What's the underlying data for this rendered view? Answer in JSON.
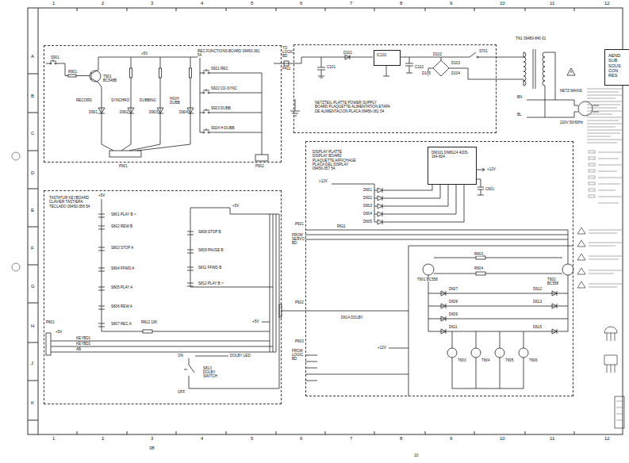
{
  "diagram": {
    "nodes": [
      {
        "text": [
          "REC.FUNCTIONS BOARD 09450-361 54"
        ]
      },
      {
        "text": [
          "NETZTEIL-PLATTE POWER SUPPLY BOARD PLAQUETTE ALIMENTATION ETAPA DE ALIMENTACION PLACA 09456-361 54"
        ]
      },
      {
        "text": [
          "IC101"
        ],
        "in": 1
      },
      {
        "text": [
          "AEND SUB SOUS CON RES"
        ]
      },
      {
        "text": [
          "TASTATUR KEYBOARD CLAVIER TASTIERA TECLADO 09450-356 54"
        ]
      },
      {
        "text": [
          "DISPLAY-PLATTE DISPLAY BOARD PLAQUETTE AFFICHAGE PLACA DEL DISPLAY 09450-357 54"
        ]
      },
      {
        "text": [
          "DM101 DM8124 4205-164-824"
        ],
        "in": 5
      }
    ],
    "edges": [
      {
        "from": 4,
        "to": 5,
        "arrow": "none"
      }
    ],
    "labels": [
      "1",
      "2",
      "3",
      "4",
      "5",
      "6",
      "7",
      "8",
      "9",
      "10",
      "11",
      "12",
      "1",
      "2",
      "3",
      "4",
      "5",
      "6",
      "7",
      "8",
      "9",
      "10",
      "11",
      "12",
      "A",
      "B",
      "C",
      "D",
      "E",
      "F",
      "G",
      "H",
      "J",
      "K",
      "38",
      "10",
      "S901",
      "R901",
      "T901 BC548B",
      "+5V",
      "RECORD",
      "SYNCHRO",
      "DUBBING",
      "HIGH DUBB",
      "D901",
      "D902",
      "D903",
      "D904",
      "S921 REC",
      "S922 CD-SYNC",
      "S923 DUBB",
      "S924 H-DUBB",
      "P901",
      "P902",
      "TO LOGIC BD",
      "P411",
      "C101",
      "D101",
      "C102",
      "D102",
      "D103",
      "D104",
      "D105",
      "S701",
      "TN1 09480-840 01",
      "BN",
      "BL",
      "NETZ MAINS",
      "220V 50/60Hz",
      "+12V",
      "+12V",
      "D601",
      "D602",
      "D603",
      "D604",
      "D605",
      "C601",
      "P601",
      "FROM SERVO BD",
      "R611",
      "T601 BC558",
      "T602 BC558",
      "R603",
      "R604",
      "D607",
      "D608",
      "D609",
      "D611",
      "D612",
      "D613",
      "D615",
      "T603",
      "T604",
      "T605",
      "T606",
      "P602",
      "D614 DOLBY",
      "P603",
      "FROM LOGIC BD",
      "+12V",
      "+5V",
      "S801 PLAY B <",
      "S802 REW B",
      "S803 STOP A",
      "S804 FFWD A",
      "S805 PLAY A",
      "S806 REW A",
      "S807 REC A",
      "+5V",
      "S808 STOP B",
      "S809 PAUSE B",
      "S811 FFWD B",
      "S812 PLAY B >",
      "R812 10K",
      "P801",
      "+5V",
      "KEYBD1",
      "KEYBD2",
      "AB",
      "ON",
      "OFF",
      "S813 DOLBY SWITCH",
      "DOLBY LED",
      "+5V"
    ]
  }
}
